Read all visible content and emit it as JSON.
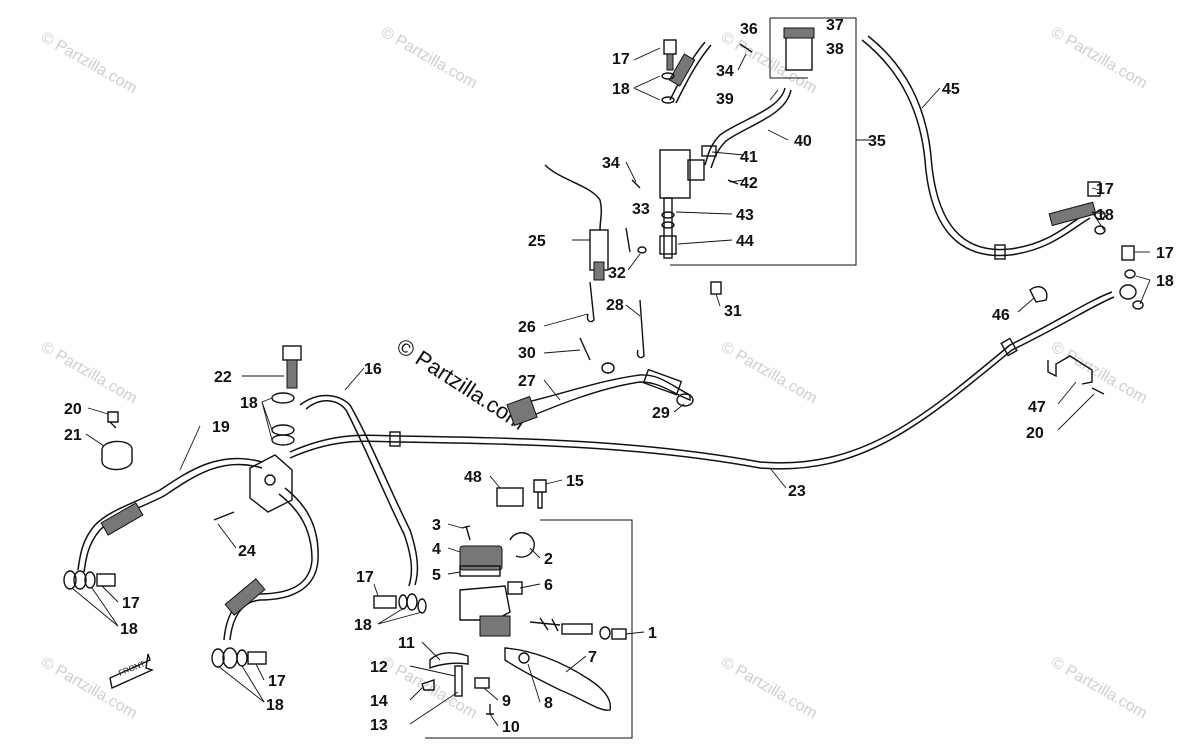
{
  "watermark": {
    "small_text": "© Partzilla.com",
    "big_text": "© Partzilla.com"
  },
  "front_arrow": {
    "label": "FRONT"
  },
  "callouts": {
    "c1": "1",
    "c2": "2",
    "c3": "3",
    "c4": "4",
    "c5": "5",
    "c6": "6",
    "c7": "7",
    "c8": "8",
    "c9": "9",
    "c10": "10",
    "c11": "11",
    "c12": "12",
    "c13": "13",
    "c14": "14",
    "c15": "15",
    "c16": "16",
    "c17a": "17",
    "c17b": "17",
    "c17c": "17",
    "c17d": "17",
    "c17e": "17",
    "c17f": "17",
    "c18a": "18",
    "c18b": "18",
    "c18c": "18",
    "c18d": "18",
    "c18e": "18",
    "c18f": "18",
    "c18g": "18",
    "c19": "19",
    "c20a": "20",
    "c20b": "20",
    "c21": "21",
    "c22": "22",
    "c23": "23",
    "c24": "24",
    "c25": "25",
    "c26": "26",
    "c27": "27",
    "c28": "28",
    "c29": "29",
    "c30": "30",
    "c31": "31",
    "c32": "32",
    "c33": "33",
    "c34a": "34",
    "c34b": "34",
    "c35": "35",
    "c36": "36",
    "c37": "37",
    "c38": "38",
    "c39": "39",
    "c40": "40",
    "c41": "41",
    "c42": "42",
    "c43": "43",
    "c44": "44",
    "c45": "45",
    "c46": "46",
    "c47": "47",
    "c48": "48"
  },
  "colors": {
    "ink": "#111111",
    "watermark": "#cfcfcf",
    "background": "#ffffff"
  }
}
